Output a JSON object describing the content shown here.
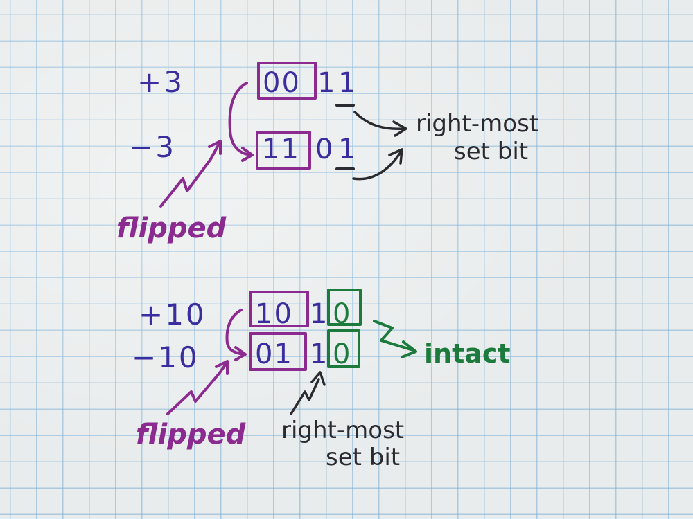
{
  "colors": {
    "blue_ink": "#3a2d9e",
    "purple_ink": "#8b2a8f",
    "green_ink": "#1b7a3c",
    "black_ink": "#2a2a30"
  },
  "top": {
    "plus_label": "+3",
    "minus_label": "−3",
    "plus_boxed_bits": "00",
    "plus_rest_bits": "1",
    "plus_last_bit": "1",
    "minus_boxed_bits": "11",
    "minus_rest_bits": "0",
    "minus_last_bit": "1",
    "annotation_line1": "right-most",
    "annotation_line2": "set bit",
    "flipped_label": "flipped"
  },
  "bottom": {
    "plus_label": "+10",
    "minus_label": "−10",
    "plus_boxed_bits": "10",
    "plus_rest_bits": "1",
    "plus_green_bit": "0",
    "minus_boxed_bits": "01",
    "minus_rest_bits": "1",
    "minus_green_bit": "0",
    "intact_label": "intact",
    "annotation_line1": "right-most",
    "annotation_line2": "set bit",
    "flipped_label": "flipped"
  }
}
